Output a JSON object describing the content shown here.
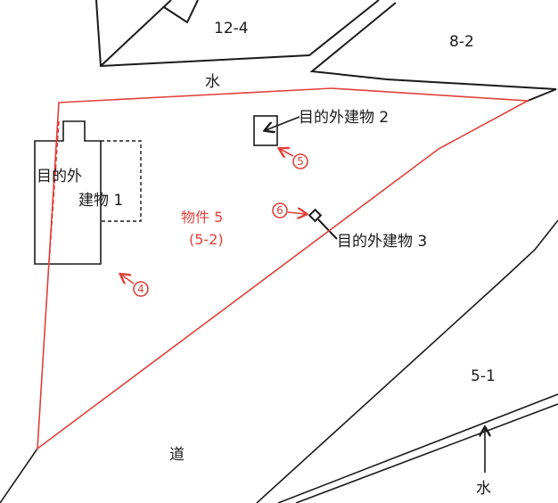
{
  "parcels": {
    "p12_4": "12-4",
    "p8_2": "8-2",
    "p5_1": "5-1",
    "water_top": "水",
    "water_bottom": "水",
    "road": "道"
  },
  "property": {
    "name": "物件 5",
    "lot": "(5-2)"
  },
  "buildings": {
    "b1_line1": "目的外",
    "b1_line2": "建物 1",
    "b2": "目的外建物 2",
    "b3": "目的外建物 3"
  },
  "markers": {
    "m4": "4",
    "m5": "5",
    "m6": "6"
  },
  "colors": {
    "boundary": "#1a1a1a",
    "property": "#e0403a"
  }
}
